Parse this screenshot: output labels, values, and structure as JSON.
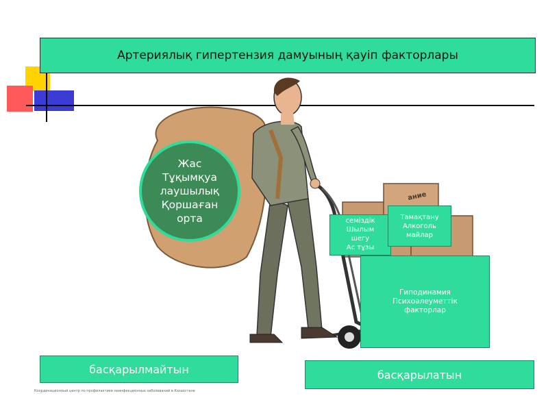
{
  "title": "Артериялық гипертензия дамуының қауіп факторлары",
  "circle_lines": [
    "Жас",
    "Тұқымқуа",
    "лаушылық",
    "Қоршаған",
    "орта"
  ],
  "box_smoking_lines": [
    "семіздік",
    "Шылым",
    "шегу",
    "Ас тұзы"
  ],
  "box_eating_lines": [
    "Тамақтану",
    "Алкоголь",
    "майлар"
  ],
  "box_hypo_lines": [
    "Гиподинамия",
    "Психоәлеуметтік",
    "факторлар"
  ],
  "bottom_left": "басқарылмайтын",
  "bottom_right": "басқарылатын",
  "box_label_fragment": "ание",
  "footer": "Координационный центр по профилактике неинфекционных заболеваний в Казахстане"
}
